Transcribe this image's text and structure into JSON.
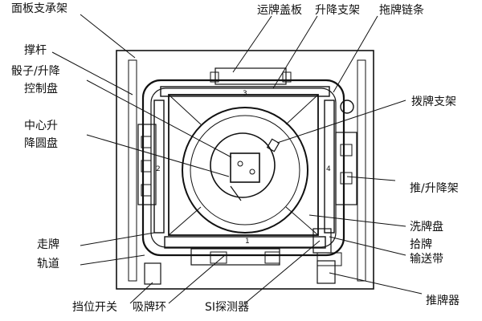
{
  "labels": {
    "panel_support_frame": "面板支承架",
    "tile_carrier_cover": "运牌盖板",
    "lift_bracket": "升降支架",
    "drag_chain": "拖牌链条",
    "strut": "撑杆",
    "dice_lift_control_line1": "骰子/升降",
    "dice_lift_control_line2": "控制盘",
    "center_lift_disc_line1": "中心升",
    "center_lift_disc_line2": "降圆盘",
    "tile_pick_bracket": "拨牌支架",
    "push_lift_frame": "推/升降架",
    "tile_wash_disc": "洗牌盘",
    "pickup_conveyor_line1": "拾牌",
    "pickup_conveyor_line2": "输送带",
    "tile_track_line1": "走牌",
    "tile_track_line2": "轨道",
    "tile_pusher": "推牌器",
    "stop_switch": "挡位开关",
    "suction_ring": "吸牌环",
    "si_detector": "SI探测器"
  },
  "side_numbers": {
    "top": "3",
    "left": "2",
    "right": "4",
    "bottom": "1"
  }
}
